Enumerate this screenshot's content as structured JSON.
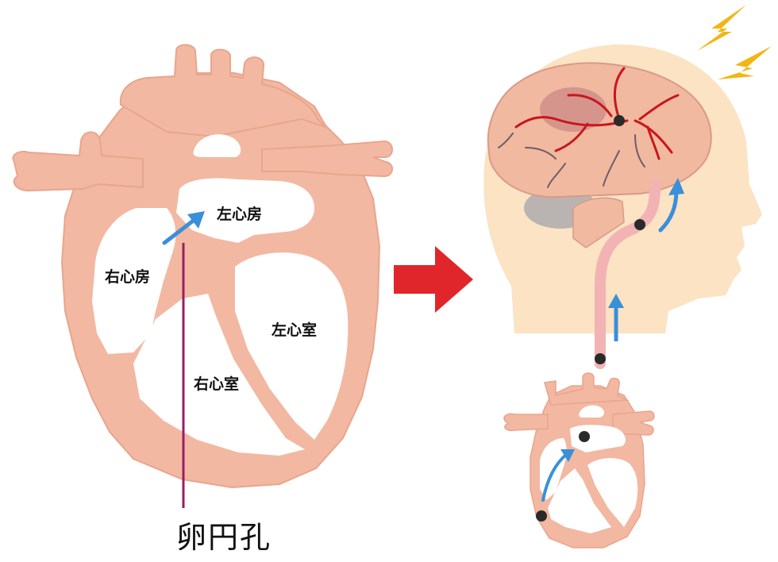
{
  "labels": {
    "left_atrium": "左心房",
    "right_atrium": "右心房",
    "left_ventricle": "左心室",
    "right_ventricle": "右心室",
    "foramen_ovale": "卵円孔"
  },
  "colors": {
    "heart_tissue": "#f2b8a2",
    "heart_edge": "#e9a58d",
    "head_skin": "#fbe3c3",
    "brain": "#f0b9a0",
    "cerebellum": "#b9b4b2",
    "artery": "#f3b3b5",
    "vessel_red": "#c8171d",
    "vessel_dark": "#6d5d69",
    "flow_arrow": "#3a8fd9",
    "pointer_line": "#9a1e63",
    "transition_arrow": "#e0262a",
    "lightning": "#f2b614",
    "embolus": "#2a2a2a"
  },
  "icons": [
    "transition-arrow-icon",
    "lightning-icon",
    "flow-arrow-icon"
  ]
}
